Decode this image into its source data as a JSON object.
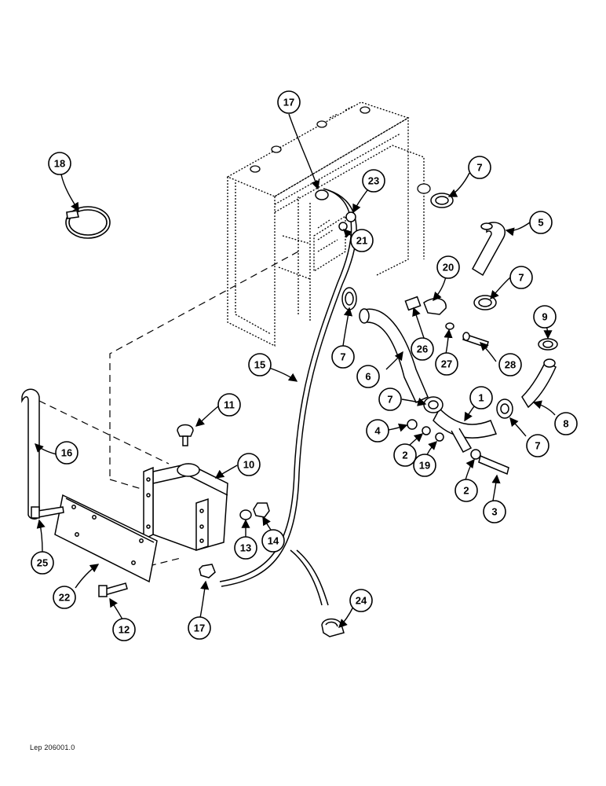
{
  "callouts": [
    {
      "id": "c17a",
      "label": "17"
    },
    {
      "id": "c18",
      "label": "18"
    },
    {
      "id": "c23",
      "label": "23"
    },
    {
      "id": "c7a",
      "label": "7"
    },
    {
      "id": "c5",
      "label": "5"
    },
    {
      "id": "c21",
      "label": "21"
    },
    {
      "id": "c20",
      "label": "20"
    },
    {
      "id": "c7b",
      "label": "7"
    },
    {
      "id": "c9",
      "label": "9"
    },
    {
      "id": "c7c",
      "label": "7"
    },
    {
      "id": "c26",
      "label": "26"
    },
    {
      "id": "c27",
      "label": "27"
    },
    {
      "id": "c28",
      "label": "28"
    },
    {
      "id": "c15",
      "label": "15"
    },
    {
      "id": "c6",
      "label": "6"
    },
    {
      "id": "c1",
      "label": "1"
    },
    {
      "id": "c7d",
      "label": "7"
    },
    {
      "id": "c8",
      "label": "8"
    },
    {
      "id": "c11",
      "label": "11"
    },
    {
      "id": "c4",
      "label": "4"
    },
    {
      "id": "c2a",
      "label": "2"
    },
    {
      "id": "c19",
      "label": "19"
    },
    {
      "id": "c7e",
      "label": "7"
    },
    {
      "id": "c16",
      "label": "16"
    },
    {
      "id": "c10",
      "label": "10"
    },
    {
      "id": "c2b",
      "label": "2"
    },
    {
      "id": "c3",
      "label": "3"
    },
    {
      "id": "c13",
      "label": "13"
    },
    {
      "id": "c14",
      "label": "14"
    },
    {
      "id": "c25",
      "label": "25"
    },
    {
      "id": "c22",
      "label": "22"
    },
    {
      "id": "c12",
      "label": "12"
    },
    {
      "id": "c17b",
      "label": "17"
    },
    {
      "id": "c24",
      "label": "24"
    }
  ],
  "footer": {
    "reference": "Lep 206001.0"
  }
}
